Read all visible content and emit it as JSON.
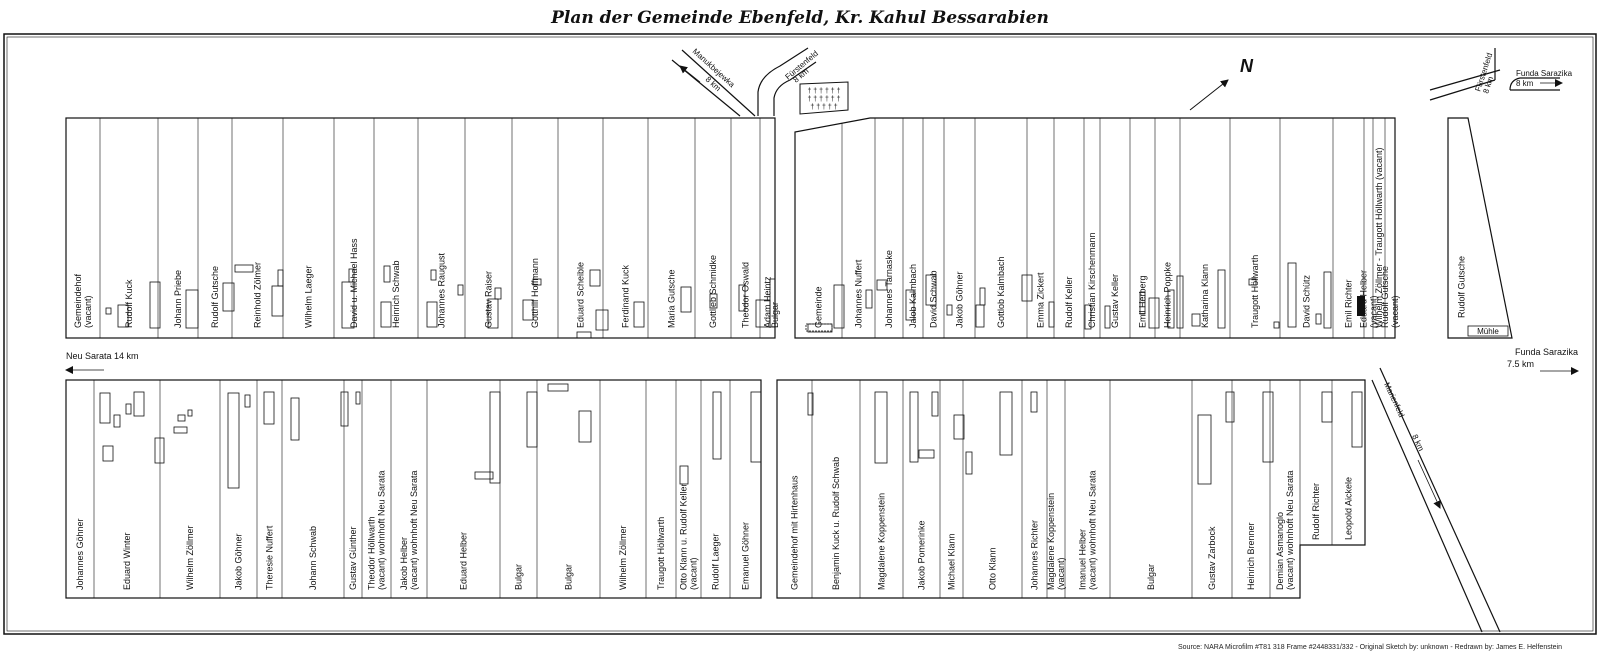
{
  "title": "Plan der Gemeinde Ebenfeld, Kr. Kahul Bessarabien",
  "credit": "Source: NARA Microfilm #T81 318 Frame #2448331/332 - Original Sketch by: unknown - Redrawn by: James E. Helfenstein",
  "roads": {
    "manukbejewka": "Manukbejewka",
    "manukbejewka_km": "8 km",
    "fuerstenfeld_top": "Fürstenfeld",
    "fuerstenfeld_top_km": "8 km",
    "fuerstenfeld_right": "Fürstenfeld",
    "fuerstenfeld_right_km": "8 km",
    "funda_top": "Funda Sarazika",
    "funda_top_km": "8 km",
    "neu_sarata": "Neu Sarata  14 km",
    "funda_mid": "Funda Sarazika",
    "funda_mid_km": "7.5 km",
    "marienfeld": "Marienfeld",
    "marienfeld_km": "8 km",
    "muehle": "Mühle",
    "north": "N"
  },
  "blocks": {
    "top_left": [
      [
        "Gemeindehof",
        "(vacant)"
      ],
      [
        "Rudolf Kuck"
      ],
      [
        "Johann Priebe"
      ],
      [
        "Rudolf Gutsche"
      ],
      [
        "Reinhold Zölmer"
      ],
      [
        "Wilhelm Laeger"
      ],
      [
        "David u. Michael Hass"
      ],
      [
        "Heinrich Schwab"
      ],
      [
        "Johannes Raugust"
      ],
      [
        "Gustav Raiser"
      ],
      [
        "Gotthilf Hoffmann"
      ],
      [
        "Eduard Scheible"
      ],
      [
        "Ferdinand Kuck"
      ],
      [
        "Maria Gutsche"
      ],
      [
        "Gottlieb Schmidke"
      ],
      [
        "Theodor Oswald"
      ],
      [
        "Adam Heintz"
      ],
      [
        "Bulgar"
      ]
    ],
    "top_right": [
      [
        "Gemeinde"
      ],
      [
        "Johannes Nuffert"
      ],
      [
        "Johannes Tarnaske"
      ],
      [
        "Jalob Kalmbach"
      ],
      [
        "David Schwab"
      ],
      [
        "Jakob Göhner"
      ],
      [
        "Gottlob Kalmbach"
      ],
      [
        "Emma Zickert"
      ],
      [
        "Rudolf Keller"
      ],
      [
        "Christian Kirschenmann"
      ],
      [
        "Gustav Keller"
      ],
      [
        "Emil Herberg"
      ],
      [
        "Heinrich Poppke"
      ],
      [
        "Katharina Klann"
      ],
      [
        "Traugott Höllwarth"
      ],
      [
        "David Schütz"
      ],
      [
        "Emil Richter"
      ],
      [
        "Eduard Helber",
        "(vacant)"
      ],
      [
        "Wilhelm Zöllmer - Traugott Höllwarth (vacant)"
      ],
      [
        "Rudolf Gutsche",
        "(vacant)"
      ]
    ],
    "top_far_right": [
      [
        "Rudolf Gutsche"
      ]
    ],
    "bottom_left": [
      [
        "Johannes Göhner"
      ],
      [
        "Eduard Winter"
      ],
      [
        "Wilhelm Zöllmer"
      ],
      [
        "Jakob Göhner"
      ],
      [
        "Theresie Nuffert"
      ],
      [
        "Johann Schwab"
      ],
      [
        "Gustav Günther"
      ],
      [
        "Theodor Höllwarth",
        "(vacant) wohnhoft Neu Sarata"
      ],
      [
        "Jakob Helber",
        "(vacant) wohnhoft Neu Sarata"
      ],
      [
        "Eduard Helber"
      ],
      [
        "Bulgar"
      ],
      [
        "Bulgar"
      ],
      [
        "Wilhelm Zöllmer"
      ],
      [
        "Traugott Höllwarth"
      ],
      [
        "Otto Klann u. Rudolf Keller",
        "(vacant)"
      ],
      [
        "Rudolf Laeger"
      ],
      [
        "Emanuel Göhner"
      ]
    ],
    "bottom_right": [
      [
        "Gemeindehof mit Hirtenhaus"
      ],
      [
        "Benjamin Kuck u. Rudolf Schwab"
      ],
      [
        "Magdalene Koppenstein"
      ],
      [
        "Jakob Pomerinke"
      ],
      [
        "Michael Klann"
      ],
      [
        "Otto Klann"
      ],
      [
        "Johannes Richter"
      ],
      [
        "Magdalene Koppenstein",
        "(vacant)"
      ],
      [
        "Imanuel Helber",
        "(vacant) wohnhoft Neu Sarata"
      ],
      [
        "Bulgar"
      ],
      [
        "Gustav Zarbock"
      ],
      [
        "Heinrich Brenner"
      ],
      [
        "Demian Asmanoglo",
        "(vacant) wohnhoft Neu Sarata"
      ],
      [
        "Rudolf Richter"
      ],
      [
        "Leopold Aickele"
      ]
    ]
  }
}
